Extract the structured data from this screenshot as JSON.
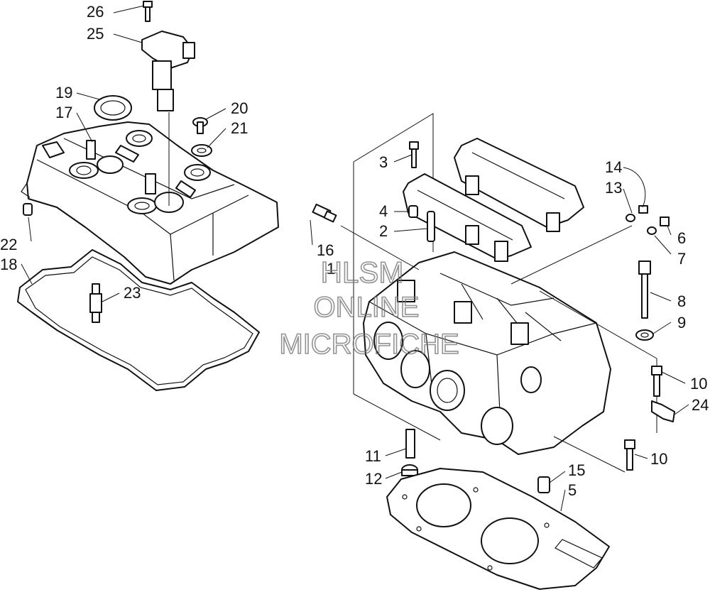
{
  "callouts": [
    {
      "id": "c26",
      "text": "26"
    },
    {
      "id": "c25",
      "text": "25"
    },
    {
      "id": "c19",
      "text": "19"
    },
    {
      "id": "c17",
      "text": "17"
    },
    {
      "id": "c20",
      "text": "20"
    },
    {
      "id": "c21",
      "text": "21"
    },
    {
      "id": "c22",
      "text": "22"
    },
    {
      "id": "c18",
      "text": "18"
    },
    {
      "id": "c23",
      "text": "23"
    },
    {
      "id": "c16",
      "text": "16"
    },
    {
      "id": "c1",
      "text": "1"
    },
    {
      "id": "c3",
      "text": "3"
    },
    {
      "id": "c4",
      "text": "4"
    },
    {
      "id": "c2",
      "text": "2"
    },
    {
      "id": "c14",
      "text": "14"
    },
    {
      "id": "c13",
      "text": "13"
    },
    {
      "id": "c6",
      "text": "6"
    },
    {
      "id": "c7",
      "text": "7"
    },
    {
      "id": "c8",
      "text": "8"
    },
    {
      "id": "c9",
      "text": "9"
    },
    {
      "id": "c10a",
      "text": "10"
    },
    {
      "id": "c24",
      "text": "24"
    },
    {
      "id": "c10b",
      "text": "10"
    },
    {
      "id": "c11",
      "text": "11"
    },
    {
      "id": "c12",
      "text": "12"
    },
    {
      "id": "c15",
      "text": "15"
    },
    {
      "id": "c5",
      "text": "5"
    }
  ],
  "watermark": {
    "line1": "HLSM",
    "line2": "ONLINE",
    "line3": "MICROFICHE"
  }
}
